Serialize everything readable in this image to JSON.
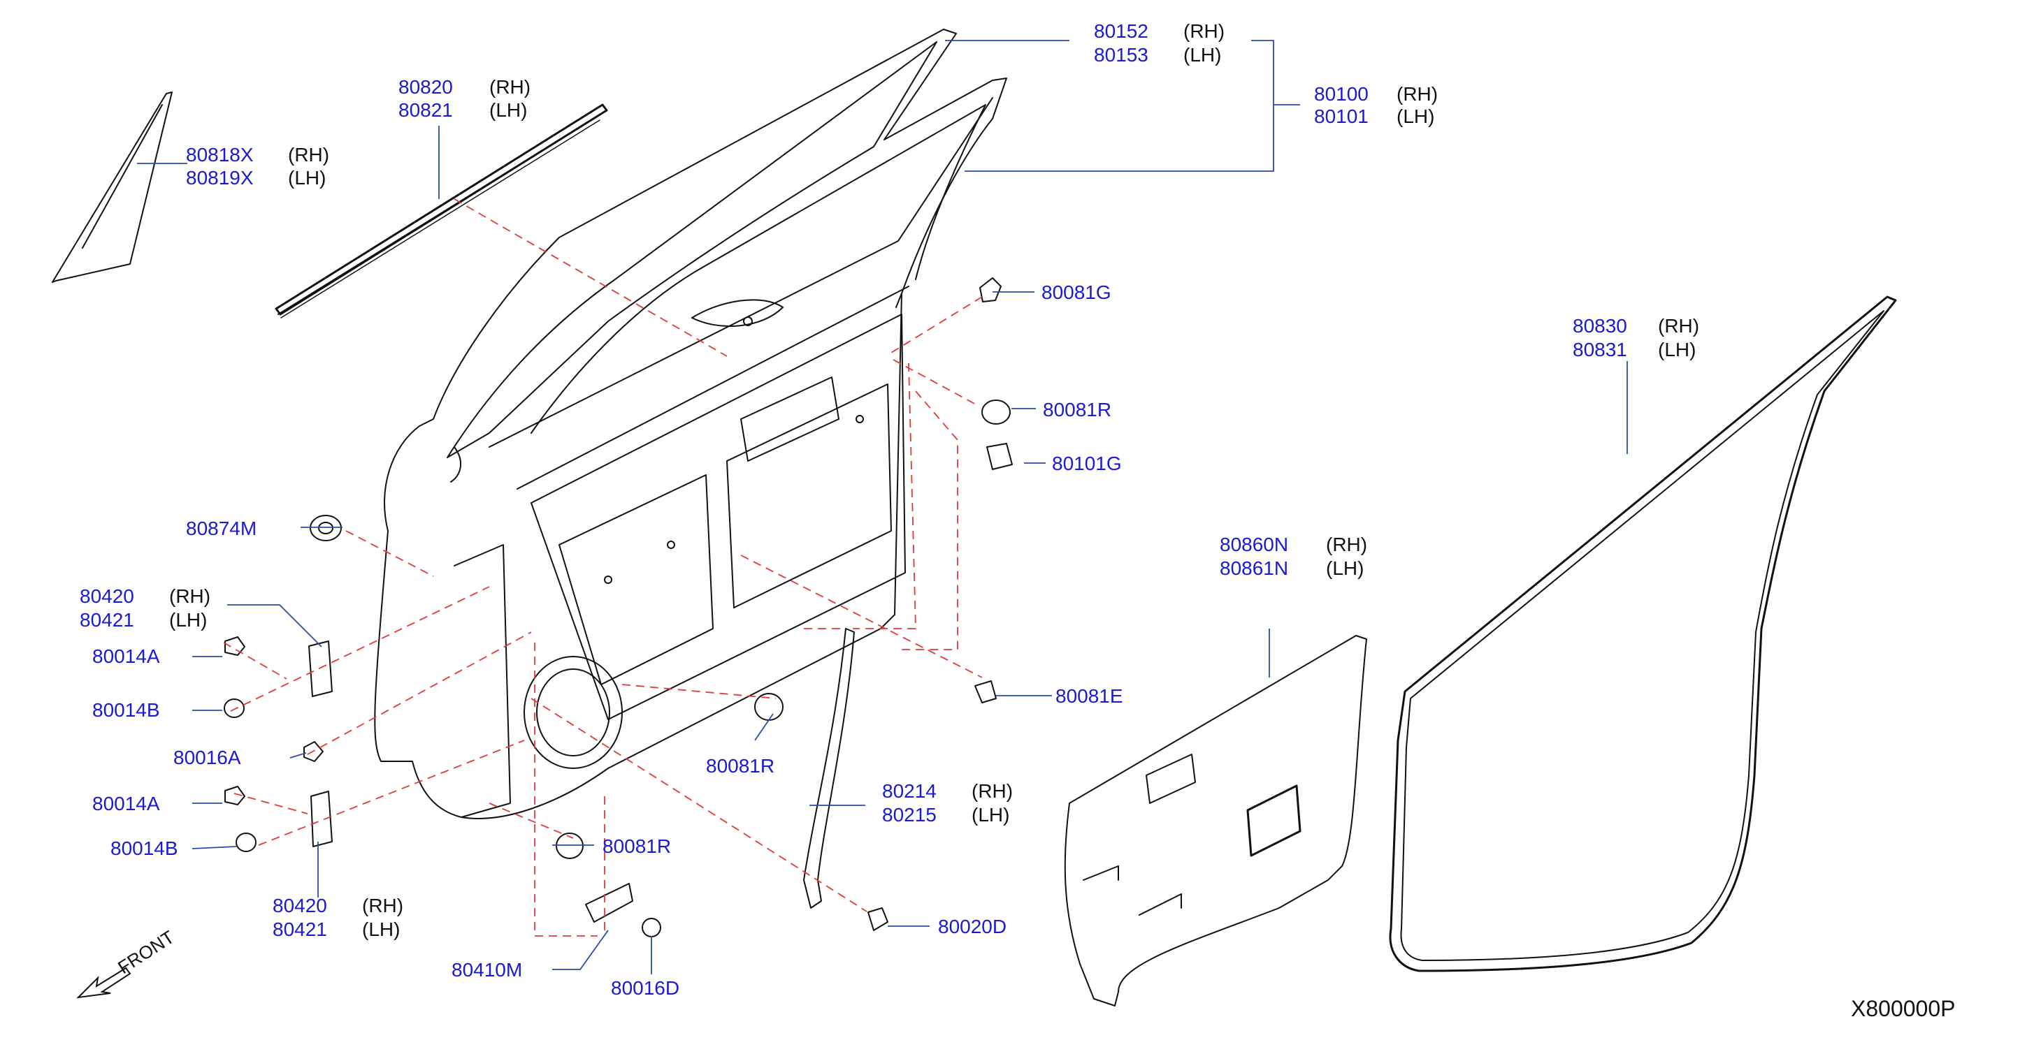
{
  "diagram_code": "X800000P",
  "front_label": "FRONT",
  "callouts": [
    {
      "id": "c80152",
      "part": "80152",
      "side": "(RH)"
    },
    {
      "id": "c80153",
      "part": "80153",
      "side": "(LH)"
    },
    {
      "id": "c80100",
      "part": "80100",
      "side": "(RH)"
    },
    {
      "id": "c80101",
      "part": "80101",
      "side": "(LH)"
    },
    {
      "id": "c80820",
      "part": "80820",
      "side": "(RH)"
    },
    {
      "id": "c80821",
      "part": "80821",
      "side": "(LH)"
    },
    {
      "id": "c80818X",
      "part": "80818X",
      "side": "(RH)"
    },
    {
      "id": "c80819X",
      "part": "80819X",
      "side": "(LH)"
    },
    {
      "id": "c80081G",
      "part": "80081G",
      "side": ""
    },
    {
      "id": "c80081R_a",
      "part": "80081R",
      "side": ""
    },
    {
      "id": "c80101G",
      "part": "80101G",
      "side": ""
    },
    {
      "id": "c80830",
      "part": "80830",
      "side": "(RH)"
    },
    {
      "id": "c80831",
      "part": "80831",
      "side": "(LH)"
    },
    {
      "id": "c80874M",
      "part": "80874M",
      "side": ""
    },
    {
      "id": "c80860N",
      "part": "80860N",
      "side": "(RH)"
    },
    {
      "id": "c80861N",
      "part": "80861N",
      "side": "(LH)"
    },
    {
      "id": "c80420_a",
      "part": "80420",
      "side": "(RH)"
    },
    {
      "id": "c80421_a",
      "part": "80421",
      "side": "(LH)"
    },
    {
      "id": "c80014A_a",
      "part": "80014A",
      "side": ""
    },
    {
      "id": "c80014B_a",
      "part": "80014B",
      "side": ""
    },
    {
      "id": "c80081E",
      "part": "80081E",
      "side": ""
    },
    {
      "id": "c80016A",
      "part": "80016A",
      "side": ""
    },
    {
      "id": "c80081R_b",
      "part": "80081R",
      "side": ""
    },
    {
      "id": "c80014A_b",
      "part": "80014A",
      "side": ""
    },
    {
      "id": "c80214",
      "part": "80214",
      "side": "(RH)"
    },
    {
      "id": "c80215",
      "part": "80215",
      "side": "(LH)"
    },
    {
      "id": "c80014B_b",
      "part": "80014B",
      "side": ""
    },
    {
      "id": "c80081R_c",
      "part": "80081R",
      "side": ""
    },
    {
      "id": "c80420_b",
      "part": "80420",
      "side": "(RH)"
    },
    {
      "id": "c80421_b",
      "part": "80421",
      "side": "(LH)"
    },
    {
      "id": "c80020D",
      "part": "80020D",
      "side": ""
    },
    {
      "id": "c80410M",
      "part": "80410M",
      "side": ""
    },
    {
      "id": "c80016D",
      "part": "80016D",
      "side": ""
    }
  ]
}
